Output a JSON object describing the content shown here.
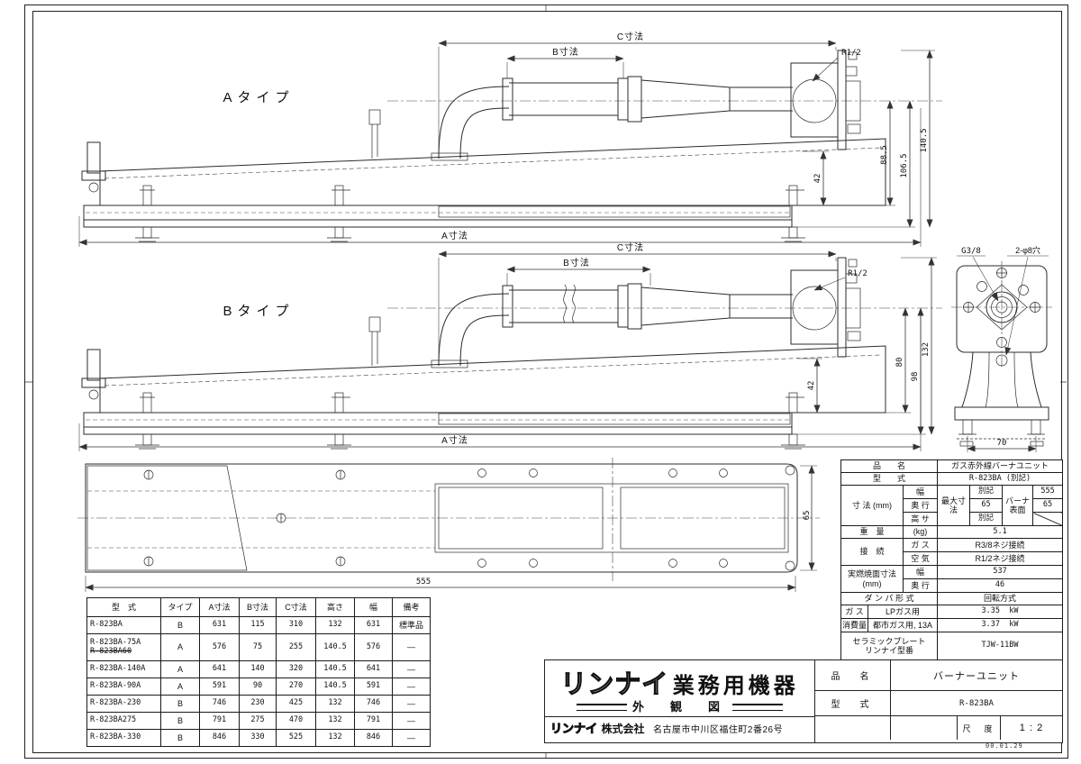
{
  "colors": {
    "line": "#2b2b2b",
    "bg": "#ffffff",
    "text": "#111111"
  },
  "drawings": {
    "type_a_label": "Aタイプ",
    "type_b_label": "Bタイプ",
    "dim_a_label": "A寸法",
    "dim_b_label": "B寸法",
    "dim_c_label": "C寸法",
    "r_half_label": "R1/2",
    "a_dims": {
      "d42": "42",
      "d885": "88.5",
      "d1065": "106.5",
      "d1405": "140.5"
    },
    "b_dims": {
      "d42": "42",
      "d80": "80",
      "d98": "98",
      "d132": "132"
    },
    "rear_view": {
      "g_thread": "G3/8",
      "holes": "2-φ8穴",
      "width": "70"
    },
    "plan_view": {
      "width": "555",
      "depth": "65"
    }
  },
  "model_table": {
    "headers": [
      "型　式",
      "タイプ",
      "A寸法",
      "B寸法",
      "C寸法",
      "高さ",
      "幅",
      "備考"
    ],
    "rows": [
      {
        "model": "R-823BA",
        "model2": "",
        "type": "B",
        "a": "631",
        "b": "115",
        "c": "310",
        "h": "132",
        "w": "631",
        "note": "標準品"
      },
      {
        "model": "R-823BA-75A",
        "model2": "R-823BA60",
        "type": "A",
        "a": "576",
        "b": "75",
        "c": "255",
        "h": "140.5",
        "w": "576",
        "note": "—"
      },
      {
        "model": "R-823BA-140A",
        "model2": "",
        "type": "A",
        "a": "641",
        "b": "140",
        "c": "320",
        "h": "140.5",
        "w": "641",
        "note": "—"
      },
      {
        "model": "R-823BA-90A",
        "model2": "",
        "type": "A",
        "a": "591",
        "b": "90",
        "c": "270",
        "h": "140.5",
        "w": "591",
        "note": "—"
      },
      {
        "model": "R-823BA-230",
        "model2": "",
        "type": "B",
        "a": "746",
        "b": "230",
        "c": "425",
        "h": "132",
        "w": "746",
        "note": "—"
      },
      {
        "model": "R-823BA275",
        "model2": "",
        "type": "B",
        "a": "791",
        "b": "275",
        "c": "470",
        "h": "132",
        "w": "791",
        "note": "—"
      },
      {
        "model": "R-823BA-330",
        "model2": "",
        "type": "B",
        "a": "846",
        "b": "330",
        "c": "525",
        "h": "132",
        "w": "846",
        "note": "—"
      }
    ]
  },
  "spec_table": {
    "item_label": "品　　名",
    "item_value": "ガス赤外線バーナユニット",
    "model_label": "型　　式",
    "model_value": "R-823BA (別記)",
    "dims_label": "寸 法 (mm)",
    "width_label": "幅",
    "depth_label": "奥 行",
    "height_label": "高 サ",
    "max_dims_label": "最大寸法",
    "surf_label": "バーナ表面",
    "max_w": "別記",
    "max_d": "65",
    "max_h": "別記",
    "surf_w": "555",
    "surf_d": "65",
    "weight_label": "重　量",
    "weight_unit": "(kg)",
    "weight_value": "5.1",
    "conn_label": "接　続",
    "conn_gas_label": "ガ ス",
    "conn_gas_value": "R3/8ネジ接続",
    "conn_air_label": "空 気",
    "conn_air_value": "R1/2ネジ接続",
    "burn_label": "実燃焼面寸法",
    "burn_unit": "(mm)",
    "burn_w_label": "幅",
    "burn_w": "537",
    "burn_d_label": "奥 行",
    "burn_d": "46",
    "damper_label": "ダ ン パ 形 式",
    "damper_value": "回転方式",
    "cons_label1": "ガ ス",
    "cons_label2": "消費量",
    "lp_label": "LPガス用",
    "lp_value": "3.35",
    "lp_unit": "kW",
    "city_label": "都市ガス用, 13A",
    "city_value": "3.37",
    "city_unit": "kW",
    "ceramic_label1": "セラミックプレート",
    "ceramic_label2": "リンナイ型番",
    "ceramic_value": "TJW-11BW"
  },
  "title_block": {
    "brand": "リンナイ",
    "brand_suffix": "業務用機器",
    "subtitle": "外　観　図",
    "company": "リンナイ",
    "company_suffix": "株式会社",
    "address": "名古屋市中川区福住町2番26号",
    "item_label": "品　名",
    "item_value": "バーナーユニット",
    "model_label": "型　式",
    "model_value": "R-823BA",
    "scale_label": "尺　度",
    "scale_value": "1 : 2",
    "date": "00.01.29"
  }
}
